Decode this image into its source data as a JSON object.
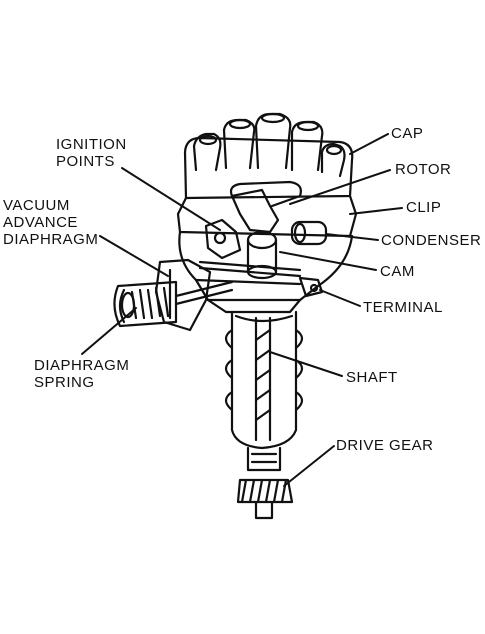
{
  "labels": {
    "ignition_points": [
      "IGNITION",
      "POINTS"
    ],
    "vacuum_advance_diaphragm": [
      "VACUUM",
      "ADVANCE",
      "DIAPHRAGM"
    ],
    "diaphragm_spring": [
      "DIAPHRAGM",
      "SPRING"
    ],
    "cap": "CAP",
    "rotor": "ROTOR",
    "clip": "CLIP",
    "condenser": "CONDENSER",
    "cam": "CAM",
    "terminal": "TERMINAL",
    "shaft": "SHAFT",
    "drive_gear": "DRIVE GEAR"
  }
}
